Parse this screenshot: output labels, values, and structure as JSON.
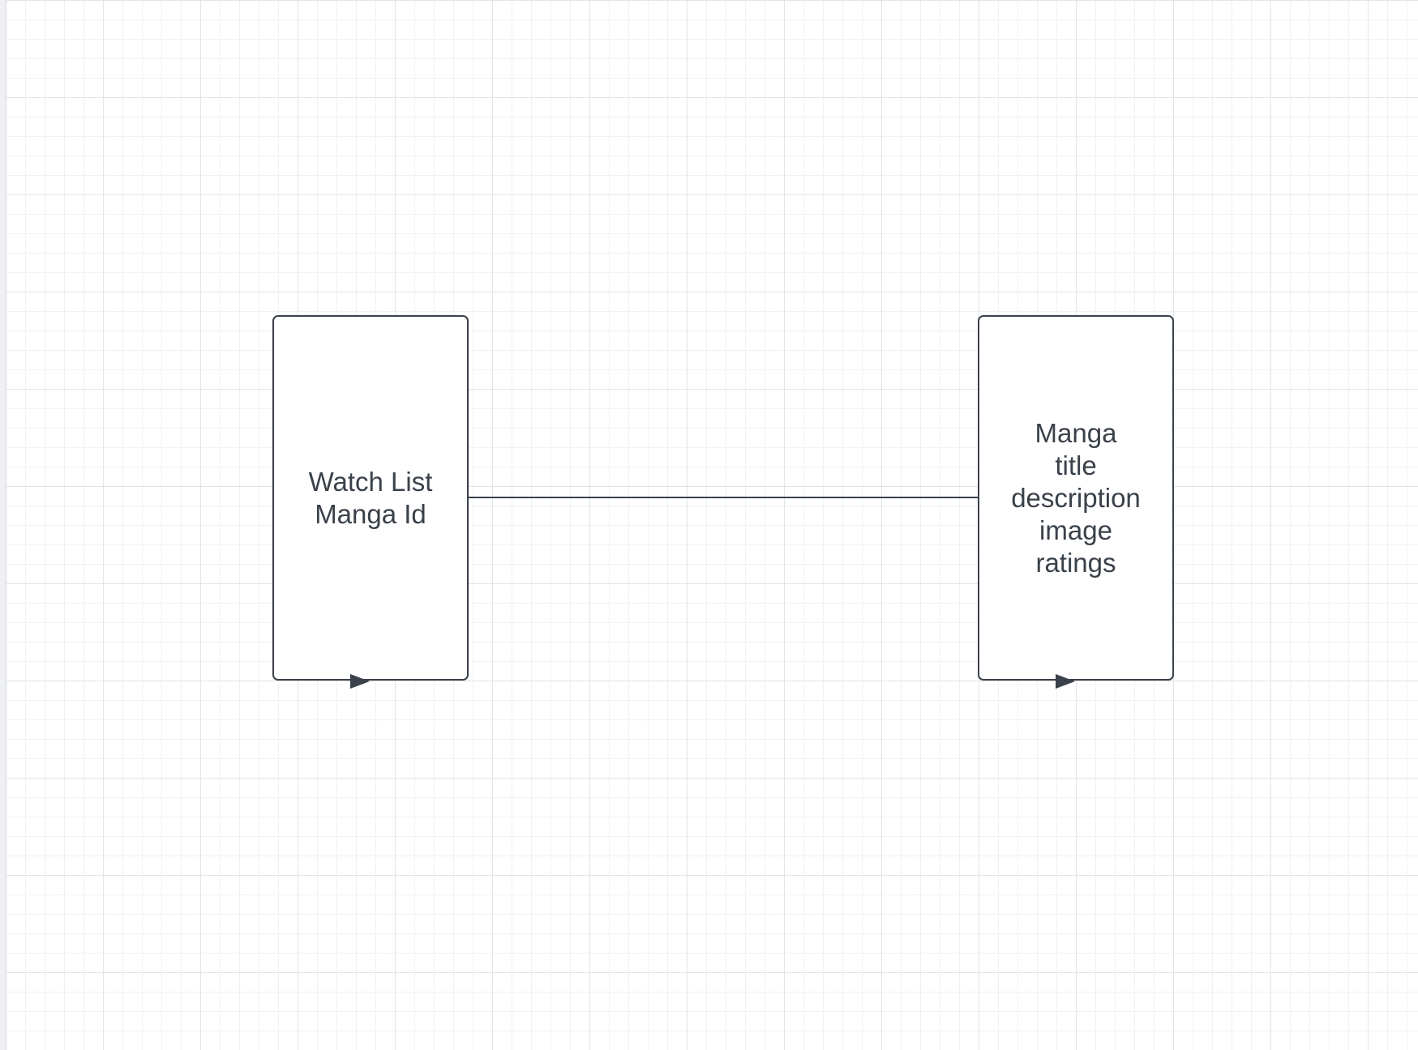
{
  "diagram": {
    "colors": {
      "stroke": "#3a414a",
      "text": "#3a414a",
      "grid": "#e2e4e8",
      "background": "#ffffff"
    },
    "entities": [
      {
        "id": "watch-list",
        "label": "Watch List\nManga Id"
      },
      {
        "id": "manga",
        "label": "Manga\ntitle\ndescription\nimage\nratings"
      }
    ],
    "connector": {
      "from": "watch-list",
      "to": "manga"
    }
  }
}
